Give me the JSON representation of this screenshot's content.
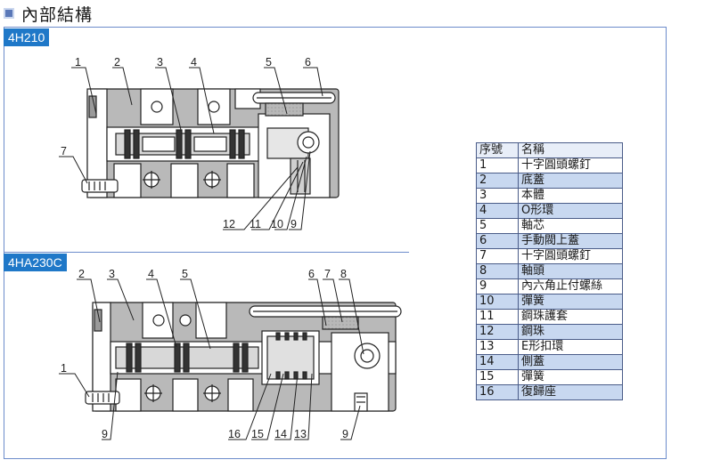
{
  "section_title": "內部結構",
  "tags": {
    "top": "4H210",
    "bottom": "4HA230C"
  },
  "table": {
    "header": {
      "no": "序號",
      "name": "名稱"
    },
    "rows": [
      {
        "no": "1",
        "name": "十字圓頭螺釘"
      },
      {
        "no": "2",
        "name": "底蓋"
      },
      {
        "no": "3",
        "name": "本體"
      },
      {
        "no": "4",
        "name": "O形環"
      },
      {
        "no": "5",
        "name": "軸芯"
      },
      {
        "no": "6",
        "name": "手動閥上蓋"
      },
      {
        "no": "7",
        "name": "十字圓頭螺釘"
      },
      {
        "no": "8",
        "name": "軸頭"
      },
      {
        "no": "9",
        "name": "內六角止付螺絲"
      },
      {
        "no": "10",
        "name": "彈簧"
      },
      {
        "no": "11",
        "name": "鋼珠護套"
      },
      {
        "no": "12",
        "name": "鋼珠"
      },
      {
        "no": "13",
        "name": "E形扣環"
      },
      {
        "no": "14",
        "name": "側蓋"
      },
      {
        "no": "15",
        "name": "彈簧"
      },
      {
        "no": "16",
        "name": "復歸座"
      }
    ]
  },
  "callouts_top": [
    "1",
    "2",
    "3",
    "4",
    "5",
    "6",
    "7",
    "12",
    "11",
    "10",
    "9"
  ],
  "callouts_bottom": [
    "1",
    "2",
    "3",
    "4",
    "5",
    "6",
    "7",
    "8",
    "9",
    "16",
    "15",
    "14",
    "13",
    "9"
  ]
}
